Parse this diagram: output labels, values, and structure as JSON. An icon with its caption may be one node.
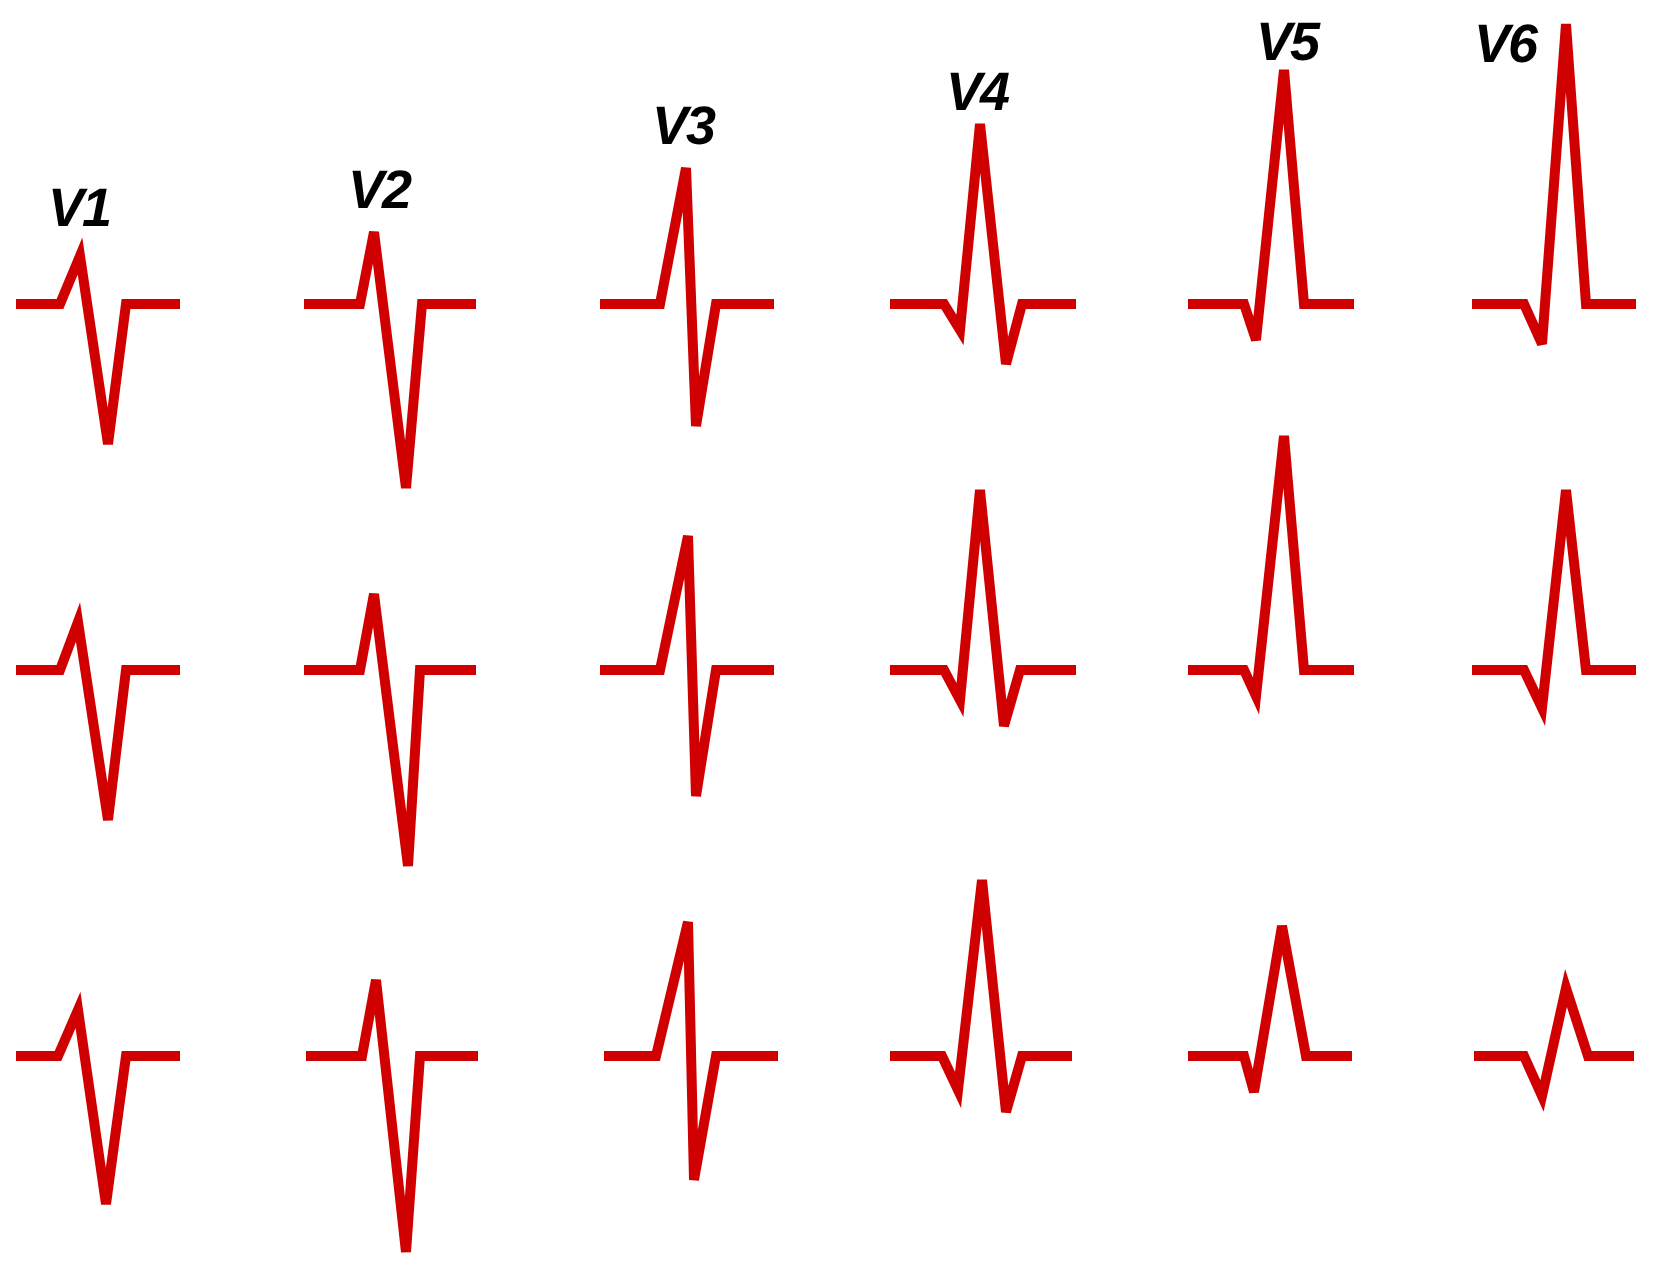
{
  "diagram": {
    "labels": [
      "V1",
      "V2",
      "V3",
      "V4",
      "V5",
      "V6"
    ]
  }
}
